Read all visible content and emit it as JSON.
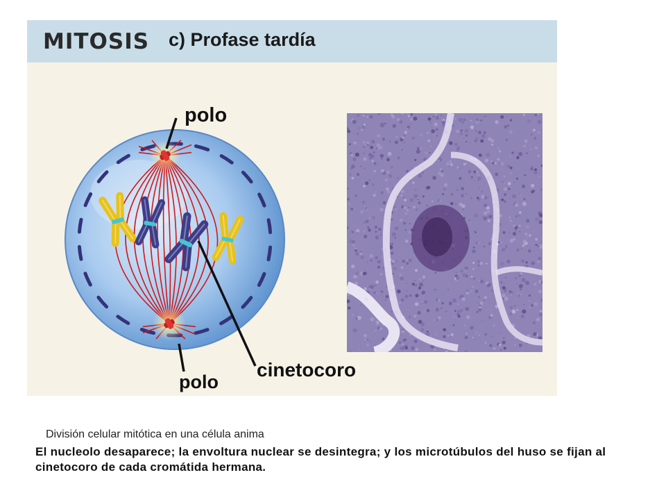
{
  "slide": {
    "series_title": "MITOSIS",
    "phase_title": "c) Profase tardía"
  },
  "diagram": {
    "labels": {
      "pole_top": "polo",
      "pole_bottom": "polo",
      "kinetochore": "cinetocoro"
    },
    "colors": {
      "cell_fill": "#7fb2e2",
      "spindle": "#d01818",
      "chromosome_yellow": "#e8c21a",
      "chromosome_blue": "#3c3d8a",
      "kinetochore": "#46c6d0",
      "micrograph_base": "#9a8fbf"
    }
  },
  "caption": "División celular mitótica en una célula anima",
  "description": "El nucleolo desaparece; la envoltura nuclear se desintegra; y los microtúbulos del huso se fijan al cinetocoro de cada cromátida hermana."
}
